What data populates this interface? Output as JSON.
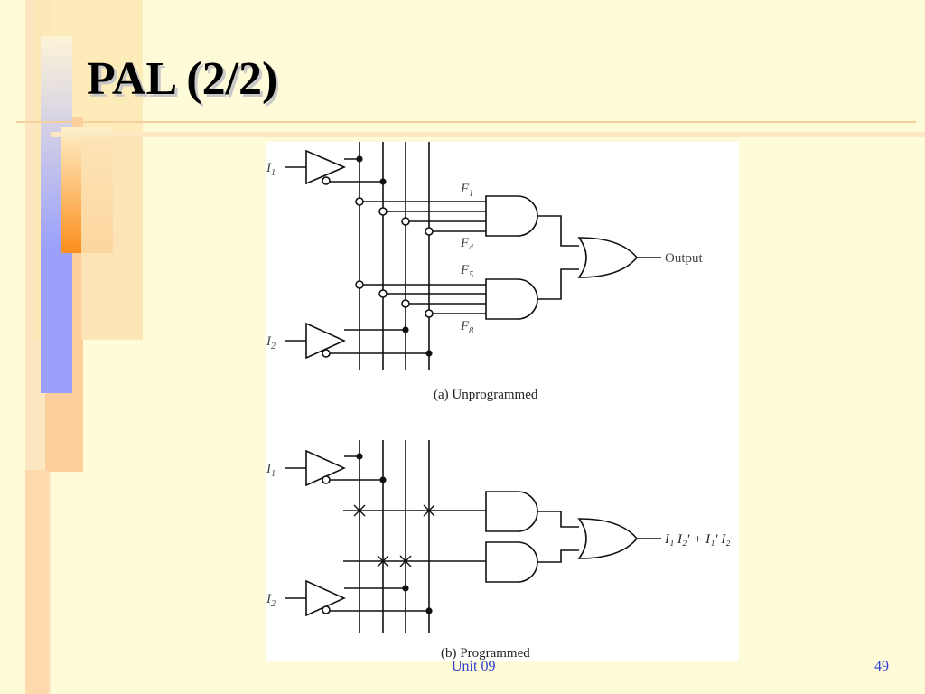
{
  "slide": {
    "title": "PAL (2/2)",
    "footer_left": "Unit 09",
    "page_number": "49"
  },
  "diagram": {
    "unprogrammed": {
      "caption": "(a) Unprogrammed",
      "inputs": [
        "I",
        "I"
      ],
      "input_subs": [
        "1",
        "2"
      ],
      "product_labels": [
        {
          "main": "F",
          "sub": "1"
        },
        {
          "main": "F",
          "sub": "4"
        },
        {
          "main": "F",
          "sub": "5"
        },
        {
          "main": "F",
          "sub": "8"
        }
      ],
      "output_label": "Output"
    },
    "programmed": {
      "caption": "(b) Programmed",
      "inputs": [
        "I",
        "I"
      ],
      "input_subs": [
        "1",
        "2"
      ],
      "output_expression": "I₁ I₂′ + I₁′ I₂"
    }
  },
  "colors": {
    "background": "#fefbd8",
    "accent_orange": "#fb8e1c",
    "accent_blue": "#9aa0fb",
    "footer_text": "#2a3bd0"
  }
}
